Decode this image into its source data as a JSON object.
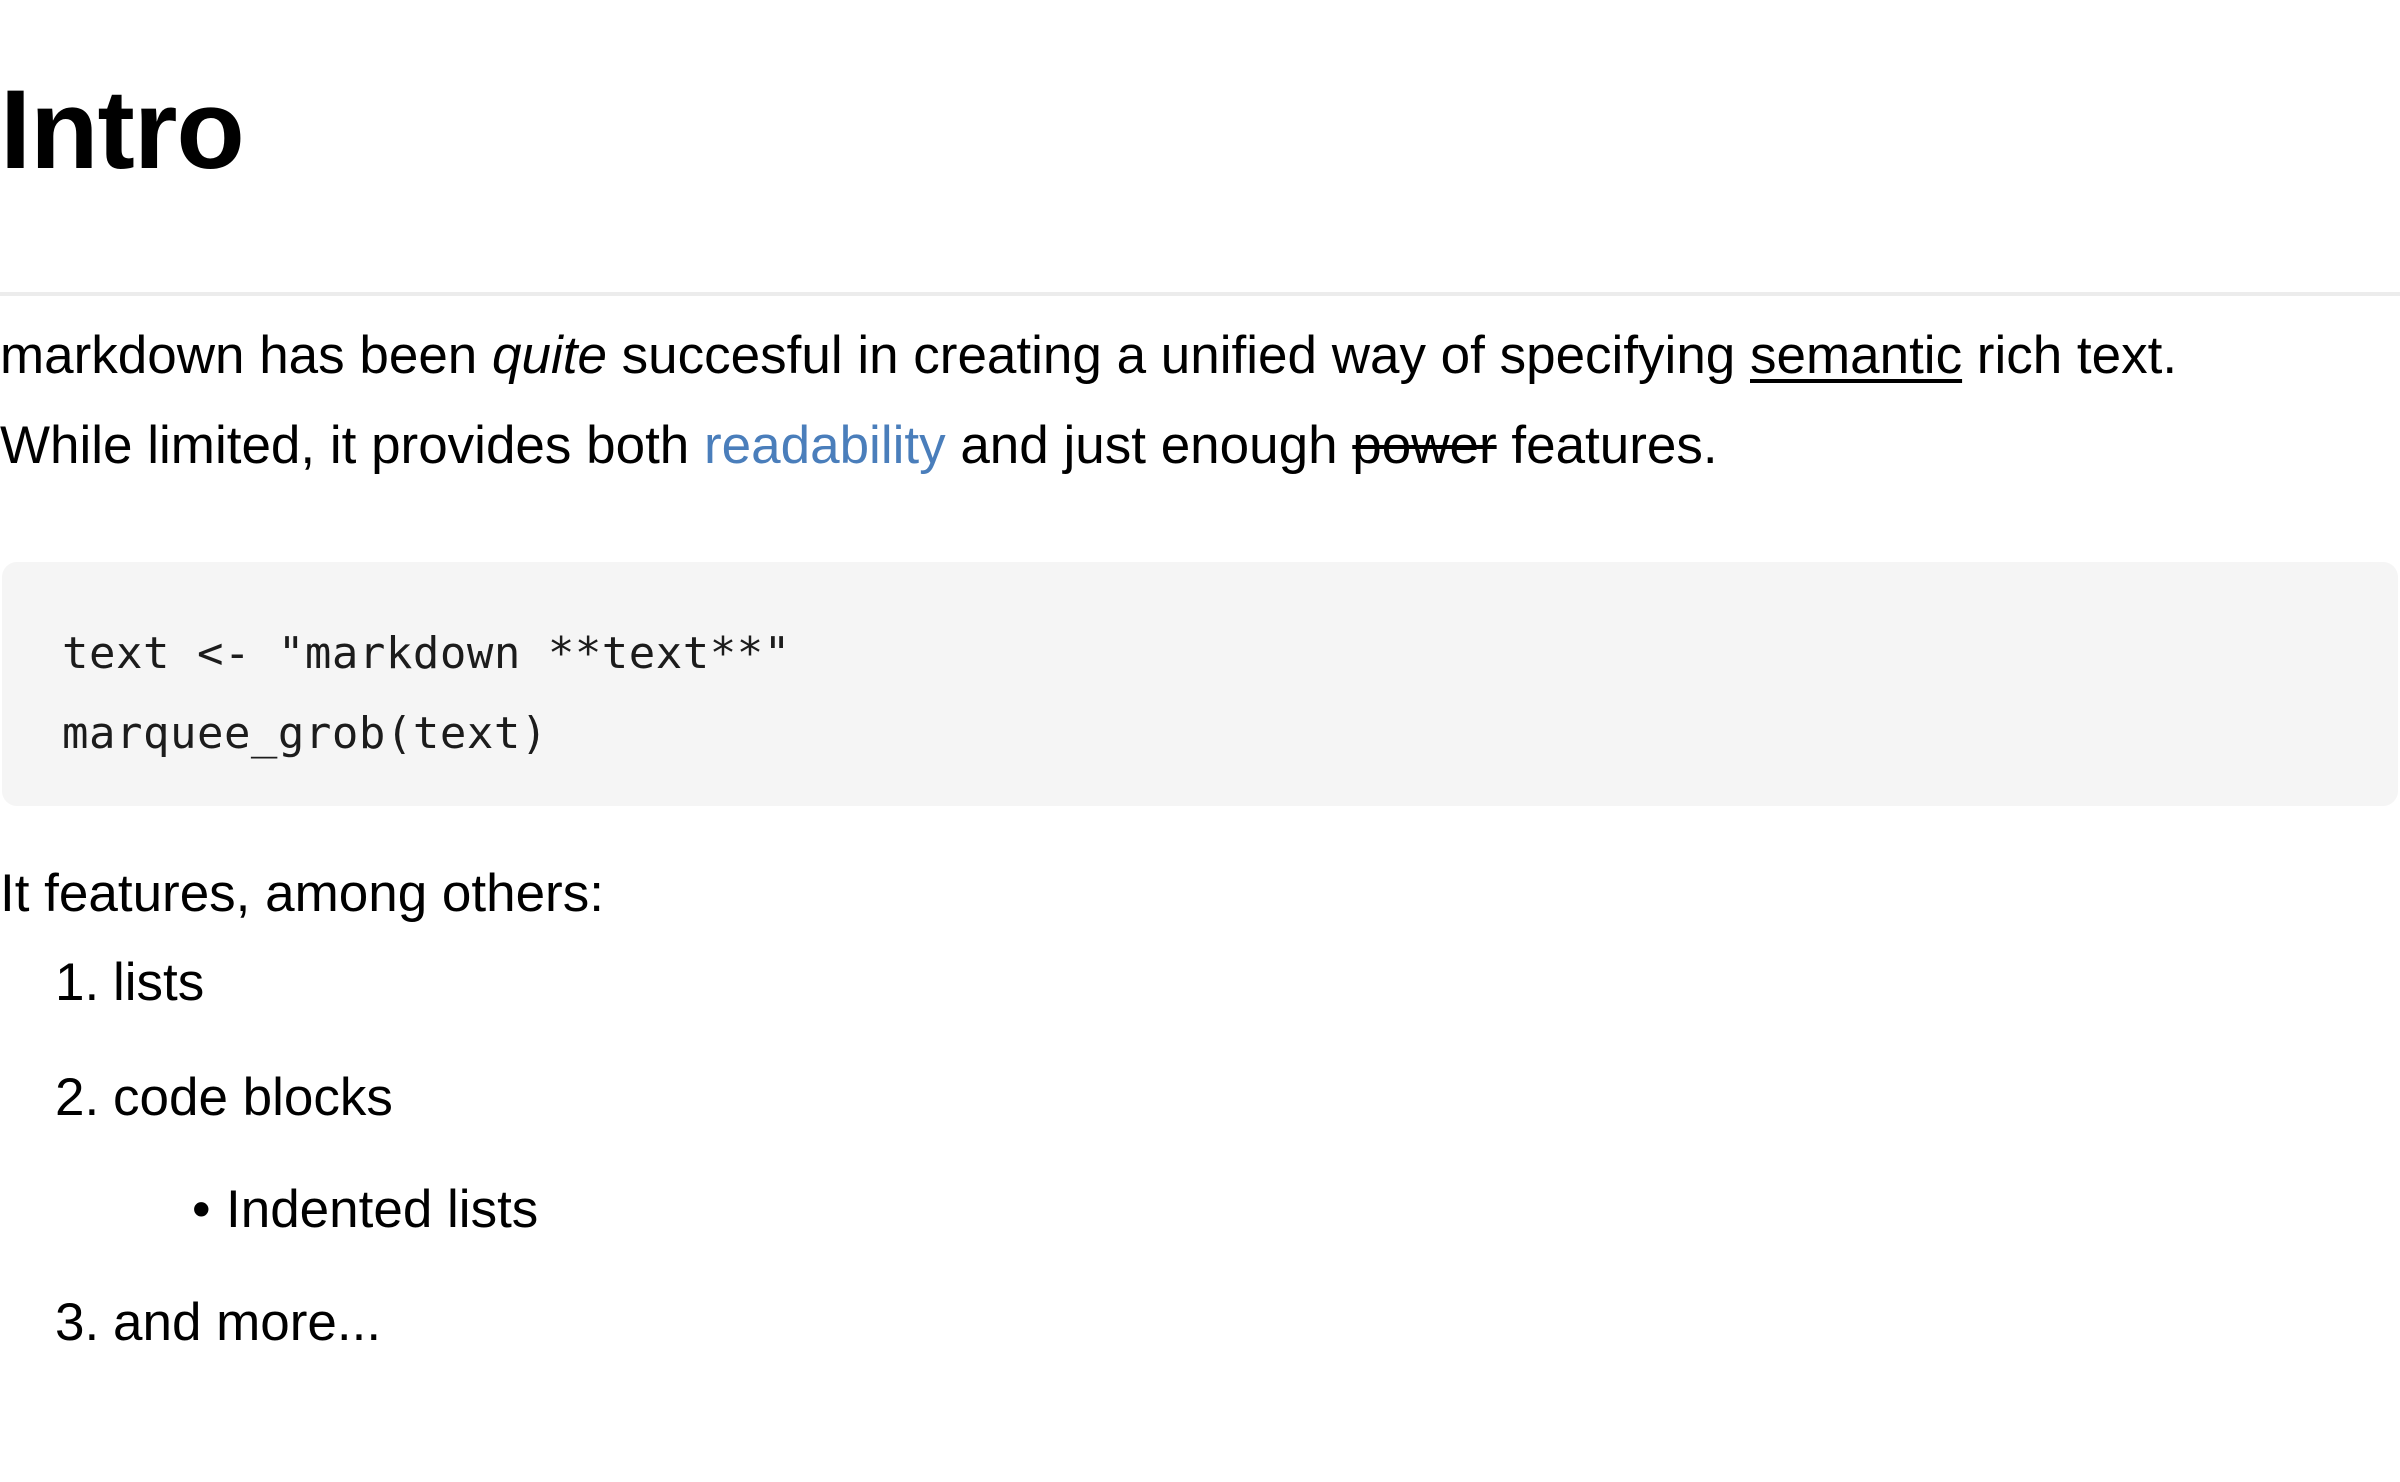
{
  "document": {
    "heading": "Intro",
    "paragraphs": {
      "intro": {
        "segment_1": "markdown has been ",
        "segment_2_italic": "quite",
        "segment_3": " succesful in creating a unified way of specifying ",
        "segment_4_underline": "semantic",
        "segment_5": " rich text.",
        "segment_6": "While limited, it provides both ",
        "segment_7_link": "readability",
        "segment_8": " and just enough ",
        "segment_9_strikethrough": "power",
        "segment_10": " features."
      },
      "features_lead_in": "It features, among others:"
    },
    "code_block": {
      "line_1": "text <- \"markdown **text**\"",
      "line_2": "marquee_grob(text)",
      "background": "#f5f5f5"
    },
    "list": {
      "items": [
        {
          "marker": "1.",
          "label": "lists",
          "level": 1
        },
        {
          "marker": "2.",
          "label": "code blocks",
          "level": 1
        },
        {
          "marker": "•",
          "label": "Indented lists",
          "level": 2
        },
        {
          "marker": "3.",
          "label": "and more...",
          "level": 1
        }
      ]
    },
    "colors": {
      "text": "#000000",
      "link": "#4a7ebb",
      "rule": "#ececec",
      "code_background": "#f5f5f5",
      "code_text": "#1c1c1c",
      "page_background": "#ffffff"
    }
  }
}
